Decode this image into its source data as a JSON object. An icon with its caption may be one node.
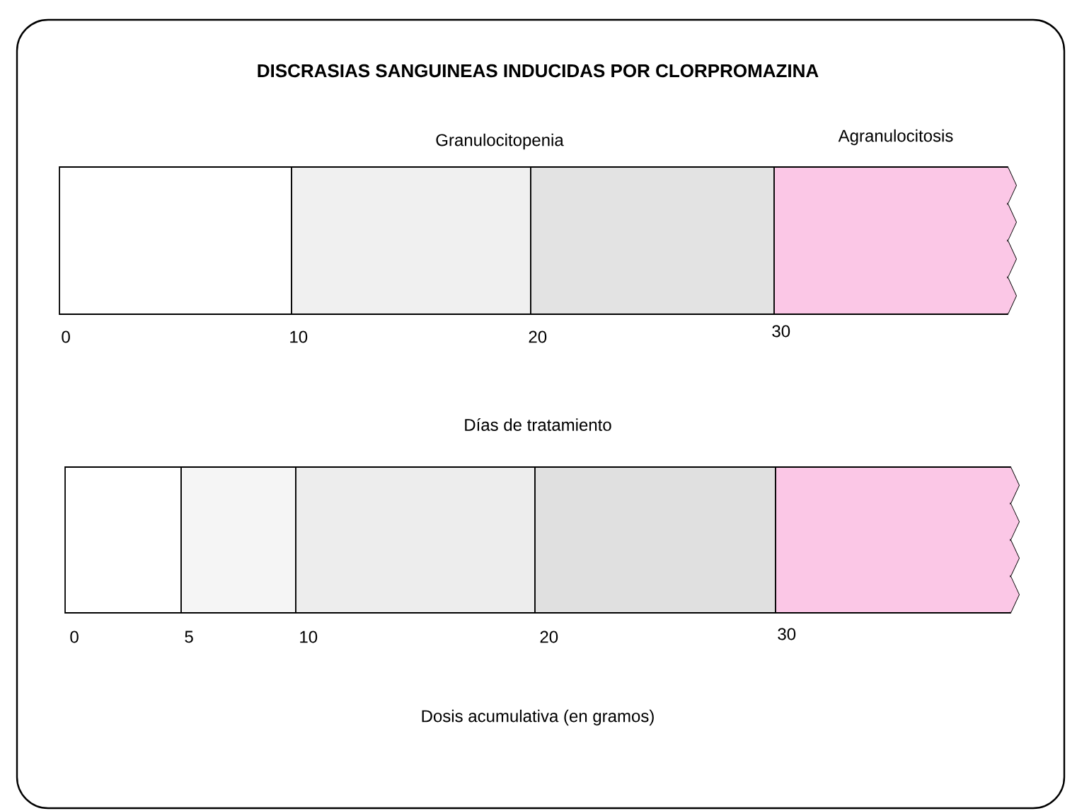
{
  "diagram": {
    "title": "DISCRASIAS SANGUINEAS INDUCIDAS POR CLORPROMAZINA",
    "nodes": [
      {
        "text": [],
        "shape": "box"
      },
      {
        "text": [],
        "shape": "box"
      },
      {
        "text": [],
        "shape": "box"
      },
      {
        "text": [],
        "shape": "box"
      },
      {
        "text": [],
        "shape": "box"
      },
      {
        "text": [],
        "shape": "box"
      },
      {
        "text": [],
        "shape": "box"
      },
      {
        "text": [],
        "shape": "box"
      },
      {
        "text": [],
        "shape": "box"
      }
    ],
    "labels": [
      "Granulocitopenia",
      "Agranulocitosis",
      "0",
      "10",
      "20",
      "30",
      "Días de tratamiento",
      "0",
      "5",
      "10",
      "20",
      "30",
      "Dosis acumulativa (en gramos)"
    ]
  }
}
